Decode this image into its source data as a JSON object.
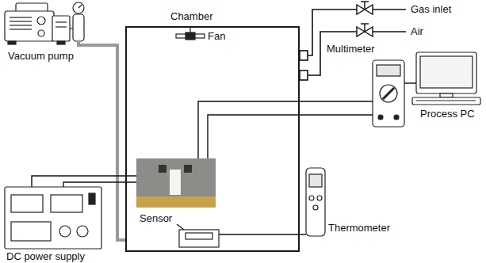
{
  "diagram": {
    "nodes": [
      {
        "text": [
          "Chamber"
        ]
      }
    ],
    "labels": [
      "Vacuum pump",
      "Fan",
      "Gas inlet",
      "Air",
      "Multimeter",
      "Process PC",
      "Sensor",
      "Thermometer",
      "DC power supply"
    ]
  }
}
